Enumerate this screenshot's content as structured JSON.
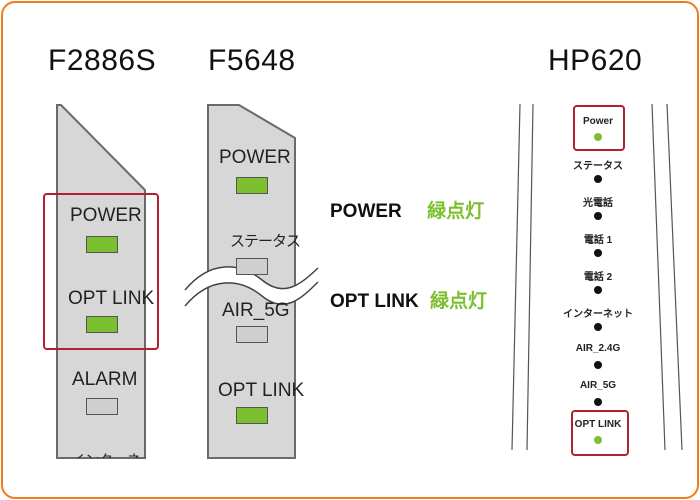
{
  "accent_border_color": "#ef7d1c",
  "highlight_color": "#b3202f",
  "led_on_color": "#7cbf2f",
  "models": {
    "f2886s": {
      "title": "F2886S",
      "leds": {
        "power": "POWER",
        "opt_link": "OPT LINK",
        "alarm": "ALARM",
        "internet_partial": "インターネット"
      },
      "led_states": {
        "power": "on",
        "opt_link": "on",
        "alarm": "off"
      }
    },
    "f5648": {
      "title": "F5648",
      "leds": {
        "power": "POWER",
        "status": "ステータス",
        "air_5g": "AIR_5G",
        "opt_link": "OPT LINK"
      },
      "led_states": {
        "power": "on",
        "status": "off",
        "air_5g": "off",
        "opt_link": "on"
      }
    },
    "hp620": {
      "title": "HP620",
      "leds": {
        "power": "Power",
        "status": "ステータス",
        "hikari_denwa": "光電話",
        "denwa1": "電話 1",
        "denwa2": "電話 2",
        "internet": "インターネット",
        "air_24g": "AIR_2.4G",
        "air_5g": "AIR_5G",
        "opt_link": "OPT LINK"
      },
      "led_states": {
        "power": "on",
        "opt_link": "on"
      }
    }
  },
  "callouts": {
    "power": {
      "label": "POWER",
      "state": "緑点灯"
    },
    "opt_link": {
      "label": "OPT LINK",
      "state": "緑点灯"
    }
  }
}
